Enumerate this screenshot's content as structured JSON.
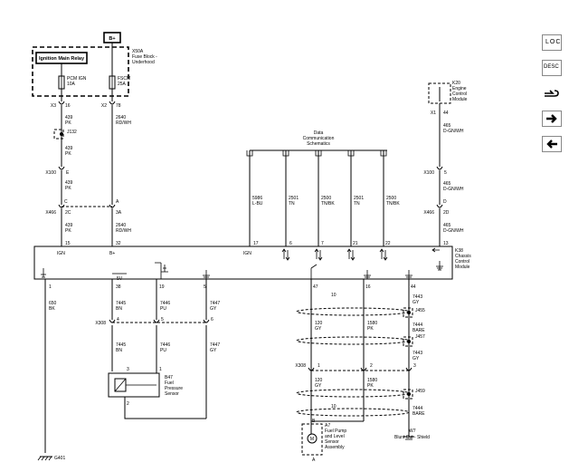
{
  "relay": {
    "label": "Ignition Main Relay"
  },
  "bplus": {
    "label": "B+"
  },
  "fuse_block": {
    "id": "X50A",
    "name_lines": [
      "Fuse Block -",
      "Underhood"
    ]
  },
  "pcm_fuse": {
    "lines": [
      "PCM IGN",
      "10A"
    ],
    "conn": "X3",
    "pin": "16"
  },
  "fscm_fuse": {
    "lines": [
      "FSCM",
      "25A"
    ],
    "conn": "X2",
    "pin": "78"
  },
  "ign_wire": {
    "c1": [
      "439",
      "PK"
    ],
    "c2": [
      "439",
      "PK"
    ],
    "c3": [
      "439",
      "PK"
    ],
    "c4": [
      "439",
      "PK"
    ]
  },
  "bplus_wire": {
    "c1": [
      "2640",
      "RD/WH"
    ],
    "c2": [
      "2640",
      "RD/WH"
    ]
  },
  "j132": {
    "id": "J132"
  },
  "x100": {
    "id": "X100",
    "pin_left": "E",
    "pin_right": "5"
  },
  "x466": {
    "id": "X466",
    "pin_c": "C",
    "pin_2c": "2C",
    "pin_a": "A",
    "pin_3a": "3A",
    "pin_d": "D",
    "pin_2d": "2D"
  },
  "k20": {
    "id": "K20",
    "name_lines": [
      "Engine",
      "Control",
      "Module"
    ],
    "conn": "X1",
    "pin": "44"
  },
  "ecm_wire": {
    "c1": [
      "465",
      "D-GN/WH"
    ],
    "c2": [
      "465",
      "D-GN/WH"
    ],
    "c3": [
      "465",
      "D-GN/WH"
    ]
  },
  "data_comm": {
    "lines": [
      "Data",
      "Communication",
      "Schematics"
    ]
  },
  "comm_wires": [
    {
      "lines": [
        "5986",
        "L-BU"
      ]
    },
    {
      "lines": [
        "2501",
        "TN"
      ]
    },
    {
      "lines": [
        "2500",
        "TN/BK"
      ]
    },
    {
      "lines": [
        "2501",
        "TN"
      ]
    },
    {
      "lines": [
        "2500",
        "TN/BK"
      ]
    }
  ],
  "k38": {
    "id": "K38",
    "name_lines": [
      "Chassis",
      "Control",
      "Module"
    ],
    "top_pins": [
      "15",
      "32",
      "17",
      "6",
      "7",
      "21",
      "22",
      "13"
    ],
    "top_labels": {
      "ign": "IGN",
      "bplus": "B+",
      "ign2": "IGN"
    },
    "five_v": "5V",
    "bottom_pins": [
      "1",
      "38",
      "19",
      "5",
      "47",
      "16",
      "44"
    ]
  },
  "ground": {
    "wire": [
      "650",
      "BK"
    ],
    "id": "G401"
  },
  "sensor_wires": {
    "a_top": [
      "7445",
      "BN"
    ],
    "b_top": [
      "7446",
      "PU"
    ],
    "c_top": [
      "7447",
      "GY"
    ],
    "a_bot": [
      "7445",
      "BN"
    ],
    "b_bot": [
      "7446",
      "PU"
    ],
    "c_bot": [
      "7447",
      "GY"
    ]
  },
  "x308": {
    "id": "X308",
    "pins_top": [
      "4",
      "5",
      "6"
    ],
    "pins_bot": [
      "1",
      "2",
      "3"
    ]
  },
  "b47": {
    "id": "B47",
    "name_lines": [
      "Fuel",
      "Pressure",
      "Sensor"
    ],
    "pins": [
      "3",
      "1",
      "2"
    ]
  },
  "pump_wires": {
    "shield_top": "10",
    "left_mid": [
      "120",
      "GY"
    ],
    "mid_mid": [
      "1580",
      "PK"
    ],
    "left_bot": [
      "120",
      "GY"
    ],
    "mid_bot": [
      "1580",
      "PK"
    ],
    "shield_bot": "10",
    "drain_1": [
      "7443",
      "GY"
    ],
    "drain_2": [
      "7444",
      "BARE"
    ],
    "drain_3": [
      "7443",
      "GY"
    ],
    "drain_4": [
      "7444",
      "BARE"
    ],
    "splices": [
      "J455",
      "J457",
      "J459"
    ]
  },
  "a7": {
    "id": "A7",
    "name_lines": [
      "Fuel Pump",
      "and Level",
      "Sensor",
      "Assembly"
    ],
    "pins": [
      "B",
      "A"
    ]
  },
  "w7": {
    "id": "W7",
    "label": "Blunt Cut - Shield"
  },
  "side_icons": [
    {
      "name": "loc-icon",
      "text": "LOC"
    },
    {
      "name": "desc-icon",
      "text": "DESC"
    },
    {
      "name": "hand-icon",
      "text": ""
    },
    {
      "name": "arrow-right-icon",
      "text": ""
    },
    {
      "name": "arrow-left-icon",
      "text": ""
    }
  ]
}
